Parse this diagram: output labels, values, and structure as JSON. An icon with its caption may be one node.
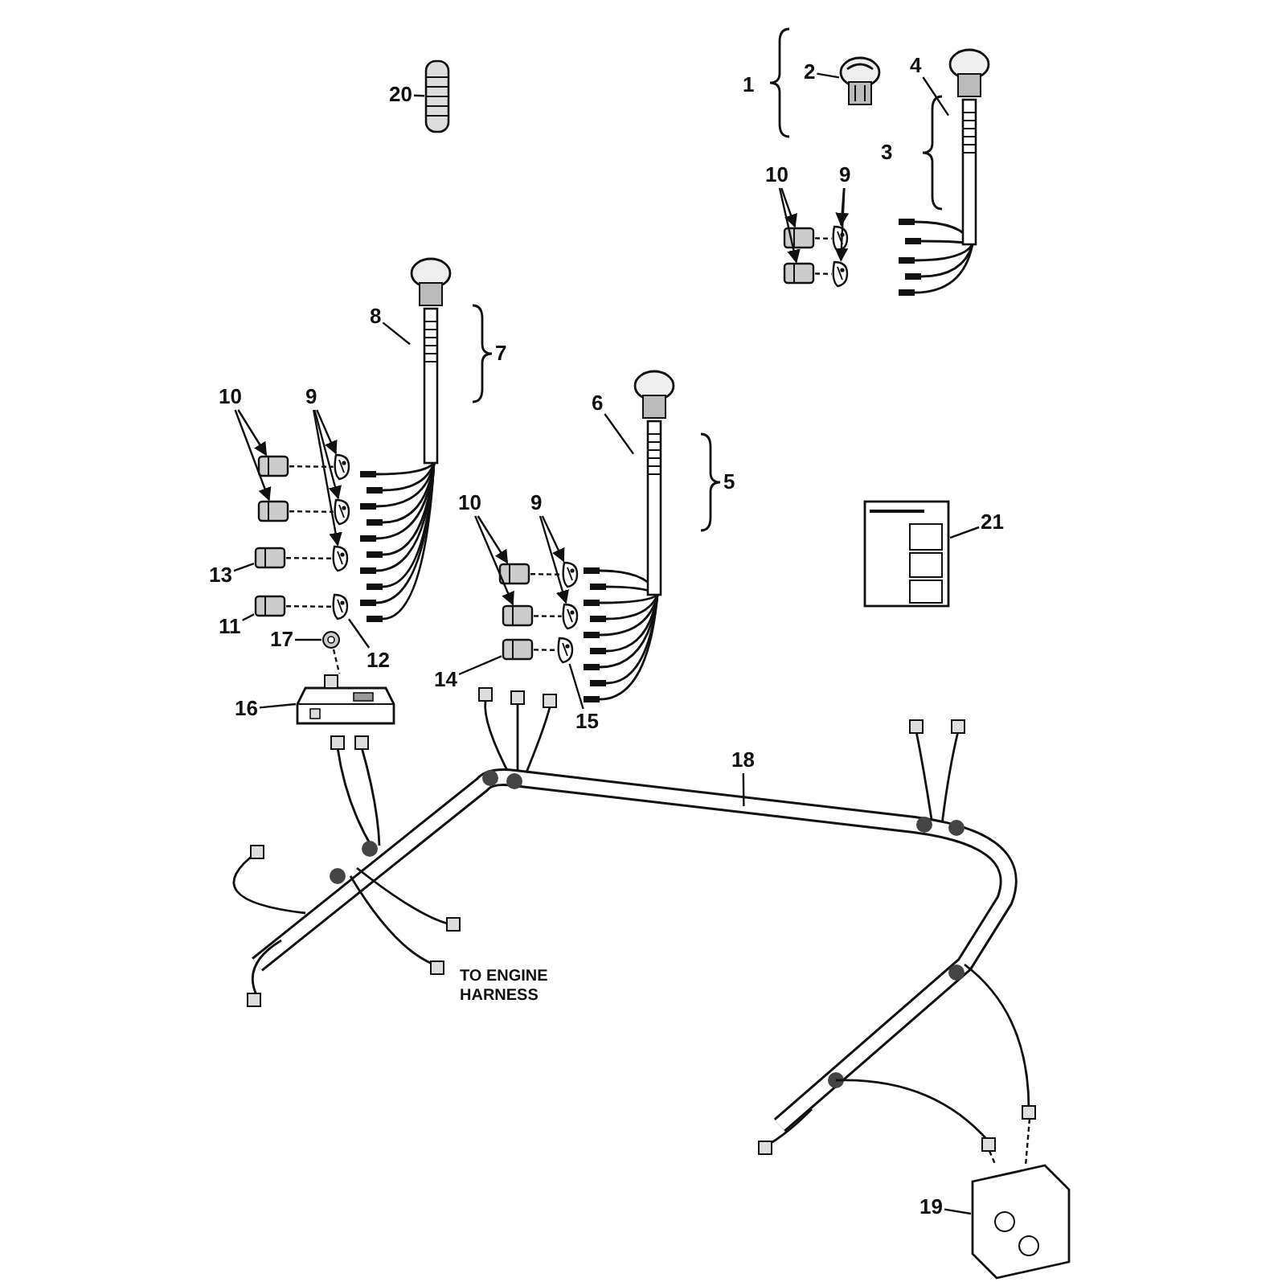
{
  "diagram": {
    "nodes": [
      {
        "text": [
          "20"
        ]
      },
      {
        "text": [
          "2"
        ]
      },
      {
        "text": [
          "4"
        ]
      },
      {
        "text": [
          "10"
        ]
      },
      {
        "text": [
          "9"
        ]
      },
      {
        "text": [
          "8"
        ]
      },
      {
        "text": [
          "6"
        ]
      },
      {
        "text": [
          "10"
        ]
      },
      {
        "text": [
          "9"
        ]
      },
      {
        "text": [
          "13"
        ]
      },
      {
        "text": [
          "11"
        ]
      },
      {
        "text": [
          "17"
        ]
      },
      {
        "text": [
          "12"
        ]
      },
      {
        "text": [
          "16"
        ]
      },
      {
        "text": [
          "10"
        ]
      },
      {
        "text": [
          "9"
        ]
      },
      {
        "text": [
          "14"
        ]
      },
      {
        "text": [
          "15"
        ]
      },
      {
        "text": [
          "21"
        ]
      },
      {
        "text": [
          "18"
        ]
      },
      {
        "text": [
          "19"
        ]
      },
      {
        "text": [],
        "shape": "picture"
      },
      {
        "text": [],
        "shape": "picture"
      },
      {
        "text": [],
        "shape": "picture"
      },
      {
        "text": [],
        "shape": "picture"
      },
      {
        "text": [],
        "shape": "picture"
      },
      {
        "text": [],
        "shape": "picture"
      },
      {
        "text": [],
        "shape": "picture"
      },
      {
        "text": [],
        "shape": "picture"
      },
      {
        "text": [],
        "shape": "picture"
      },
      {
        "text": [],
        "shape": "picture"
      },
      {
        "text": [],
        "shape": "picture"
      },
      {
        "text": [],
        "shape": "picture"
      },
      {
        "text": [],
        "shape": "picture"
      },
      {
        "text": [],
        "shape": "picture"
      },
      {
        "text": [],
        "shape": "picture"
      },
      {
        "text": [],
        "shape": "picture"
      },
      {
        "text": [],
        "shape": "picture"
      },
      {
        "text": [],
        "shape": "picture"
      },
      {
        "text": [],
        "shape": "picture"
      },
      {
        "text": [],
        "shape": "picture"
      },
      {
        "text": [],
        "shape": "picture"
      },
      {
        "text": [],
        "shape": "picture"
      },
      {
        "text": [],
        "shape": "picture"
      },
      {
        "text": [],
        "shape": "picture"
      },
      {
        "text": [],
        "shape": "picture"
      },
      {
        "text": [],
        "shape": "picture"
      },
      {
        "text": [],
        "shape": "picture"
      },
      {
        "text": [],
        "shape": "picture"
      }
    ],
    "edges": [
      {
        "from": 0,
        "to": 21,
        "arrow": "none"
      },
      {
        "from": 1,
        "to": 22,
        "arrow": "none"
      },
      {
        "from": 2,
        "to": 23,
        "arrow": "none"
      },
      {
        "from": 3,
        "to": 24,
        "arrow": "to"
      },
      {
        "from": 3,
        "to": 25,
        "arrow": "to"
      },
      {
        "from": 4,
        "to": 26,
        "arrow": "to"
      },
      {
        "from": 4,
        "to": 27,
        "arrow": "to"
      },
      {
        "from": 5,
        "to": 28,
        "arrow": "none"
      },
      {
        "from": 6,
        "to": 29,
        "arrow": "none"
      },
      {
        "from": 7,
        "to": 30,
        "arrow": "to"
      },
      {
        "from": 7,
        "to": 31,
        "arrow": "to"
      },
      {
        "from": 8,
        "to": 34,
        "arrow": "to"
      },
      {
        "from": 8,
        "to": 35,
        "arrow": "to"
      },
      {
        "from": 8,
        "to": 36,
        "arrow": "to"
      },
      {
        "from": 9,
        "to": 32,
        "arrow": "none"
      },
      {
        "from": 10,
        "to": 33,
        "arrow": "none"
      },
      {
        "from": 11,
        "to": 38,
        "arrow": "none"
      },
      {
        "from": 12,
        "to": 37,
        "arrow": "none"
      },
      {
        "from": 13,
        "to": 39,
        "arrow": "none"
      },
      {
        "from": 14,
        "to": 40,
        "arrow": "to"
      },
      {
        "from": 14,
        "to": 41,
        "arrow": "to"
      },
      {
        "from": 15,
        "to": 43,
        "arrow": "to"
      },
      {
        "from": 15,
        "to": 44,
        "arrow": "to"
      },
      {
        "from": 16,
        "to": 42,
        "arrow": "none"
      },
      {
        "from": 17,
        "to": 45,
        "arrow": "none"
      },
      {
        "from": 18,
        "to": 46,
        "arrow": "none"
      },
      {
        "from": 19,
        "to": 47,
        "arrow": "none"
      },
      {
        "from": 20,
        "to": 48,
        "arrow": "none"
      },
      {
        "from": 24,
        "to": 26,
        "arrow": "none",
        "style": "dashed"
      },
      {
        "from": 25,
        "to": 27,
        "arrow": "none",
        "style": "dashed"
      },
      {
        "from": 30,
        "to": 34,
        "arrow": "none",
        "style": "dashed"
      },
      {
        "from": 31,
        "to": 35,
        "arrow": "none",
        "style": "dashed"
      },
      {
        "from": 32,
        "to": 36,
        "arrow": "none",
        "style": "dashed"
      },
      {
        "from": 33,
        "to": 37,
        "arrow": "none",
        "style": "dashed"
      },
      {
        "from": 40,
        "to": 43,
        "arrow": "none",
        "style": "dashed"
      },
      {
        "from": 41,
        "to": 44,
        "arrow": "none",
        "style": "dashed"
      },
      {
        "from": 42,
        "to": 45,
        "arrow": "none",
        "style": "dashed"
      },
      {
        "from": 38,
        "to": 39,
        "arrow": "none",
        "style": "dashed"
      },
      {
        "from": 47,
        "to": 48,
        "arrow": "none",
        "style": "dashed"
      },
      {
        "from": 47,
        "to": 48,
        "arrow": "none",
        "style": "dashed"
      }
    ],
    "labels": [
      "1",
      "3",
      "7",
      "5",
      "TO ENGINE HARNESS"
    ]
  }
}
